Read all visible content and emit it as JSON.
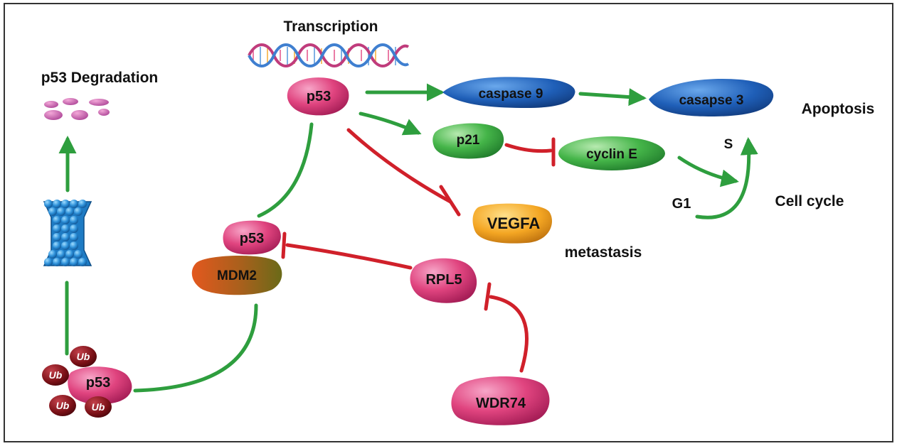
{
  "labels": {
    "transcription": "Transcription",
    "degradation": "p53 Degradation",
    "apoptosis": "Apoptosis",
    "s_phase": "S",
    "g1_phase": "G1",
    "cell_cycle": "Cell cycle",
    "metastasis": "metastasis"
  },
  "nodes": {
    "p53_top": "p53",
    "caspase9": "caspase 9",
    "caspase3": "casapse 3",
    "p21": "p21",
    "cyclinE": "cyclin E",
    "vegfa": "VEGFA",
    "p53_complex": "p53",
    "mdm2": "MDM2",
    "rpl5": "RPL5",
    "wdr74": "WDR74",
    "p53_ub": "p53",
    "ub": "Ub"
  },
  "colors": {
    "activation": "#2e9e3e",
    "inhibition": "#d0202a",
    "p53_pink": "#e0447f",
    "caspase_blue": "#1f5fb8",
    "p21_green": "#45b549",
    "vegfa_orange": "#f4a623",
    "mdm2_brown": "#b05a1c",
    "ub_maroon": "#7a1016",
    "proteasome_blue": "#2c8fd8"
  }
}
